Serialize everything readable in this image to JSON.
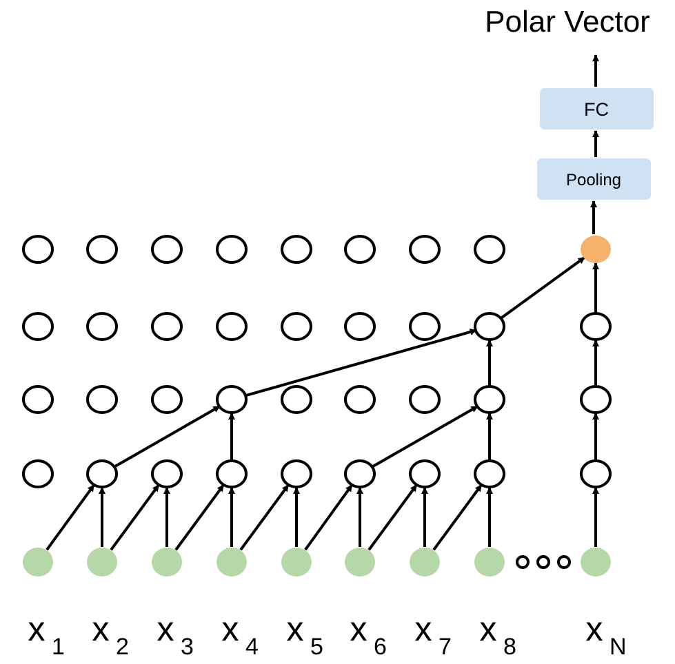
{
  "title": "Polar Vector",
  "blocks": {
    "fc": "FC",
    "pooling": "Pooling"
  },
  "inputs": [
    {
      "base": "x",
      "sub": "1"
    },
    {
      "base": "x",
      "sub": "2"
    },
    {
      "base": "x",
      "sub": "3"
    },
    {
      "base": "x",
      "sub": "4"
    },
    {
      "base": "x",
      "sub": "5"
    },
    {
      "base": "x",
      "sub": "6"
    },
    {
      "base": "x",
      "sub": "7"
    },
    {
      "base": "x",
      "sub": "8"
    },
    {
      "base": "x",
      "sub": "N"
    }
  ],
  "colors": {
    "input": "#b6d7a8",
    "output": "#f6b26b",
    "block": "#cfe2f3",
    "stroke": "#000000"
  }
}
